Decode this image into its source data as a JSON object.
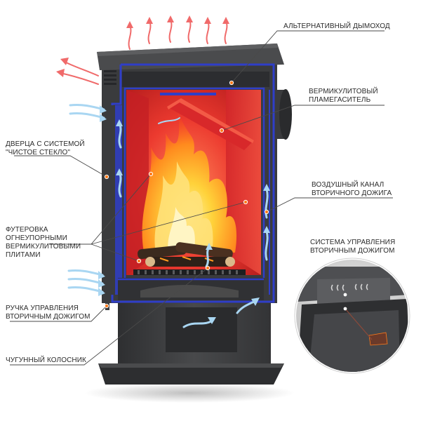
{
  "labels": {
    "chimney": [
      "АЛЬТЕРНАТИВНЫЙ ДЫМОХОД"
    ],
    "flame_arrester": [
      "ВЕРМИКУЛИТОВЫЙ",
      "ПЛАМЕГАСИТЕЛЬ"
    ],
    "door": [
      "ДВЕРЦА С СИСТЕМОЙ",
      "\"ЧИСТОЕ СТЕКЛО\""
    ],
    "air_channel": [
      "ВОЗДУШНЫЙ КАНАЛ",
      "ВТОРИЧНОГО ДОЖИГА"
    ],
    "lining": [
      "ФУТЕРОВКА",
      "ОГНЕУПОРНЫМИ",
      "ВЕРМИКУЛИТОВЫМИ",
      "ПЛИТАМИ"
    ],
    "control_system": [
      "СИСТЕМА УПРАВЛЕНИЯ",
      "ВТОРИЧНЫМ ДОЖИГОМ"
    ],
    "handle": [
      "РУЧКА УПРАВЛЕНИЯ",
      "ВТОРИЧНЫМ ДОЖИГОМ"
    ],
    "grate": [
      "ЧУГУННЫЙ КОЛОСНИК"
    ]
  },
  "colors": {
    "body": "#3c3d3f",
    "body_dark": "#2a2b2d",
    "body_light": "#5a5b5d",
    "outline": "#2f3ec8",
    "fire_chamber": "#e8322c",
    "fire_glow": "#ff6a4a",
    "flame_core": "#ffd23a",
    "flame_mid": "#ff9a1e",
    "hot_arrow": "#f06a6a",
    "cold_arrow": "#a9d6f2",
    "leader": "#4a4a4a",
    "marker": "#ff7a1a",
    "text": "#2a2a2a"
  }
}
